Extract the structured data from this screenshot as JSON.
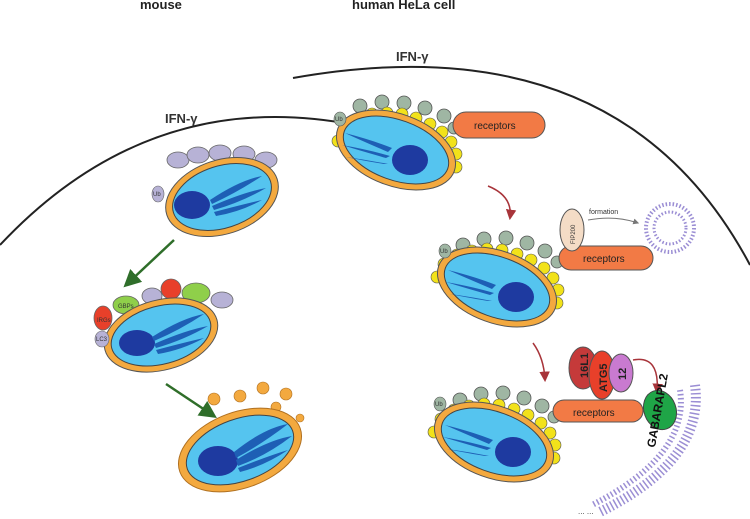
{
  "headers": {
    "mouse": "mouse",
    "human": "human HeLa cell"
  },
  "stimulus": {
    "left": "IFN-γ",
    "right": "IFN-γ"
  },
  "mouse_panel": {
    "ub_label": "Ub",
    "irg_label": "IRGs",
    "gbp_label": "GBPs",
    "lc3_label": "LC3"
  },
  "human_panel": {
    "ub_label": "Ub",
    "receptors_label": "receptors",
    "fip200_label": "FIP200",
    "formation_label": "formation",
    "atg16l1_label": "16L1",
    "atg5_label": "ATG5",
    "atg12_label": "12",
    "gabarapl2_label": "GABARAPL2",
    "ellipsis": "... ..."
  },
  "colors": {
    "membrane": "#f3a93f",
    "cytoplasm": "#55c4ef",
    "nucleus": "#1e3aa0",
    "ubiquitin": "#9fb6a3",
    "lc3_like": "#f2e21a",
    "receptors": "#f27a45",
    "irg": "#b7b2d6",
    "gbp": "#8fcf4a",
    "red_protein": "#e8402a",
    "green_arrow": "#2f6e2a",
    "red_arrow": "#a8343a",
    "gabarapl2": "#1fa547",
    "phagophore": "#9b8ed4"
  }
}
